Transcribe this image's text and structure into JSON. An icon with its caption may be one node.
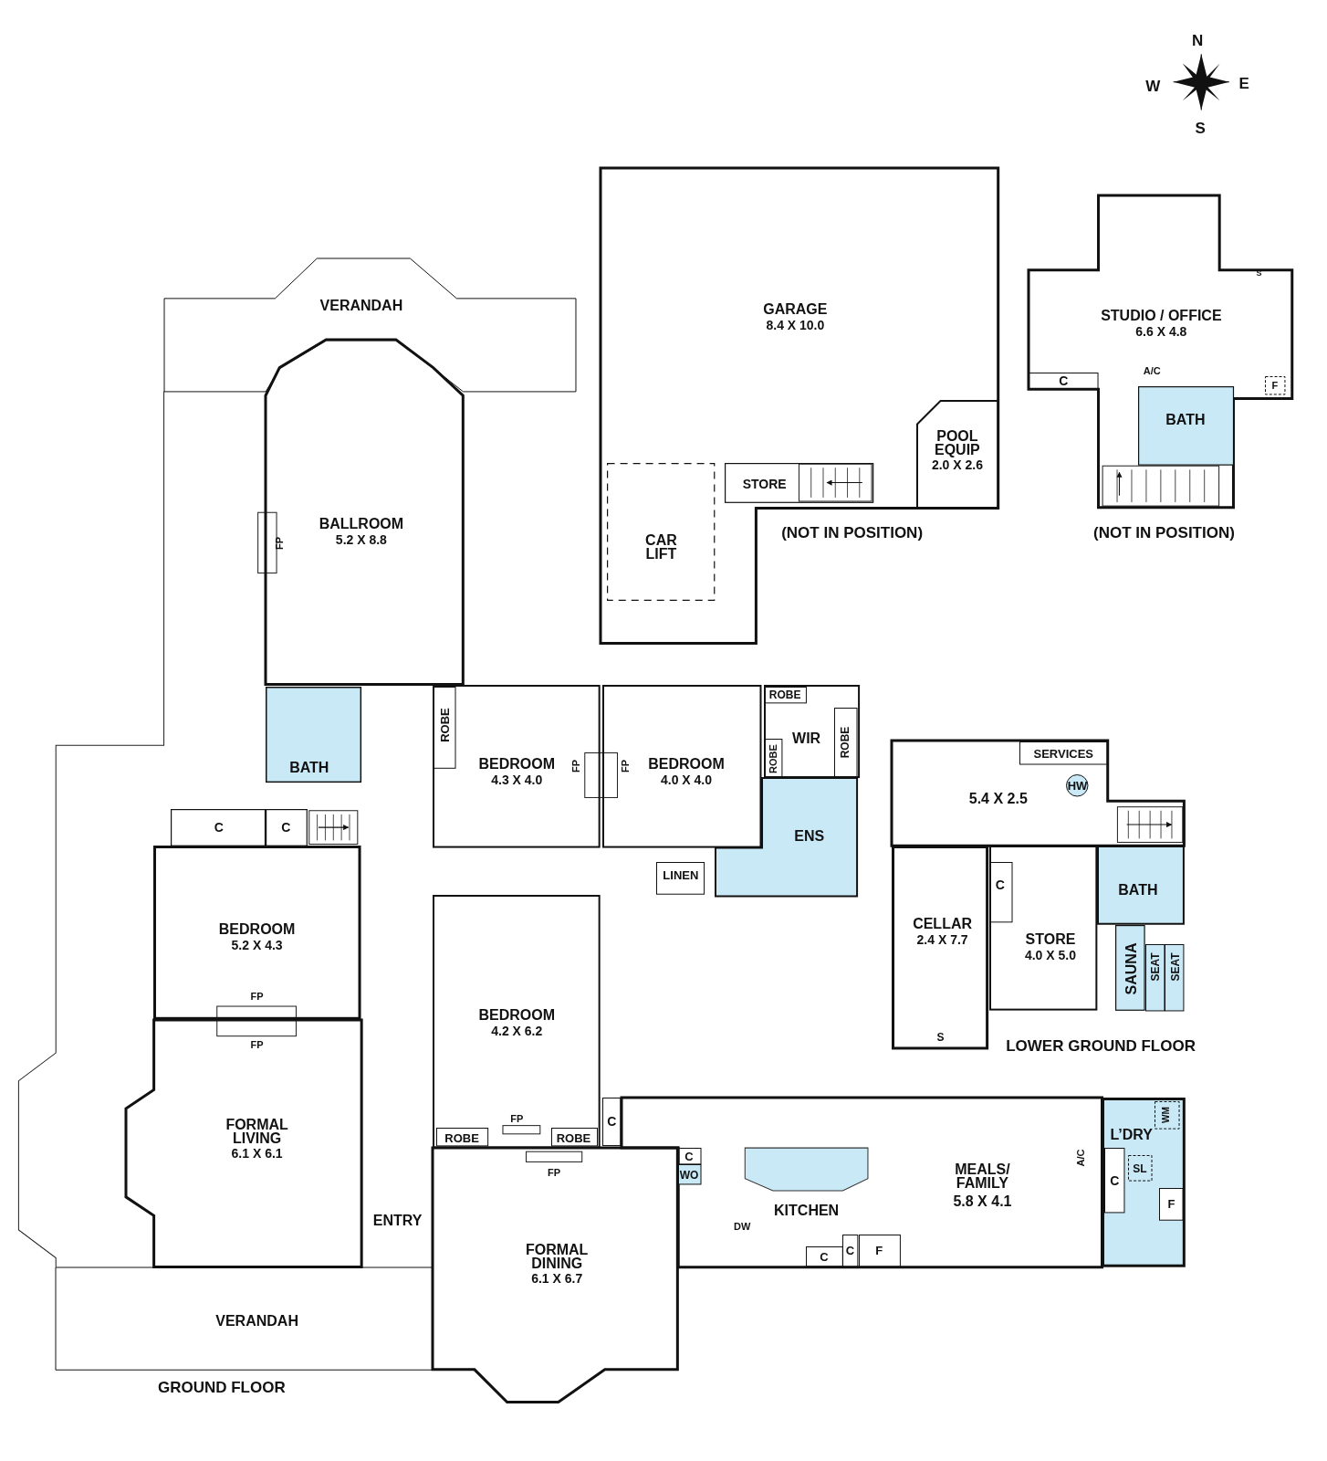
{
  "diagram": {
    "nodes": [
      {
        "text": [
          "GARAGE",
          "8.4 X 10.0"
        ]
      },
      {
        "text": [
          "STORE"
        ],
        "in": 0
      },
      {
        "text": [
          "CAR LIFT"
        ],
        "in": 0
      },
      {
        "text": [
          "POOL EQUIP",
          "2.0 X 2.6"
        ],
        "in": 0
      },
      {
        "text": [
          "STUDIO / OFFICE",
          "6.6 X 4.8"
        ]
      },
      {
        "text": [
          "C"
        ],
        "in": 4
      },
      {
        "text": [
          "BATH"
        ],
        "in": 4
      },
      {
        "text": [
          "F"
        ],
        "in": 4
      },
      {
        "text": [
          "VERANDAH"
        ]
      },
      {
        "text": [
          "BALLROOM",
          "5.2 X 8.8"
        ]
      },
      {
        "text": [
          "BATH"
        ]
      },
      {
        "text": [
          "BEDROOM",
          "4.3 X 4.0"
        ]
      },
      {
        "text": [
          "ROBE"
        ],
        "in": 11
      },
      {
        "text": [
          "BEDROOM",
          "4.0 X 4.0"
        ]
      },
      {
        "text": [
          "WIR"
        ]
      },
      {
        "text": [
          "ROBE"
        ],
        "in": 14
      },
      {
        "text": [
          "ROBE"
        ],
        "in": 14
      },
      {
        "text": [
          "ROBE"
        ],
        "in": 14
      },
      {
        "text": [
          "5.4 X 2.5"
        ]
      },
      {
        "text": [
          "SERVICES"
        ],
        "in": 18
      },
      {
        "text": [
          "HW"
        ],
        "in": 18
      },
      {
        "text": [
          "C"
        ]
      },
      {
        "text": [
          "C"
        ]
      },
      {
        "text": [
          "ENS"
        ]
      },
      {
        "text": [
          "LINEN"
        ]
      },
      {
        "text": [
          "CELLAR",
          "2.4 X 7.7"
        ]
      },
      {
        "text": [
          "STORE",
          "4.0 X 5.0"
        ]
      },
      {
        "text": [
          "C"
        ],
        "in": 26
      },
      {
        "text": [
          "BATH"
        ]
      },
      {
        "text": [
          "SAUNA"
        ]
      },
      {
        "text": [
          "SEAT"
        ]
      },
      {
        "text": [
          "SEAT"
        ]
      },
      {
        "text": [
          "BEDROOM",
          "5.2 X 4.3"
        ]
      },
      {
        "text": [
          "BEDROOM",
          "4.2 X 6.2"
        ]
      },
      {
        "text": [
          "ROBE"
        ],
        "in": 33
      },
      {
        "text": [
          "ROBE"
        ],
        "in": 33
      },
      {
        "text": [
          "C"
        ]
      },
      {
        "text": [
          "FORMAL LIVING",
          "6.1 X 6.1"
        ]
      },
      {
        "text": [
          "KITCHEN",
          "MEALS/ FAMILY",
          "5.8 X 4.1"
        ]
      },
      {
        "text": [
          "C"
        ],
        "in": 38
      },
      {
        "text": [
          "WO"
        ],
        "in": 38
      },
      {
        "text": [
          "C"
        ],
        "in": 38
      },
      {
        "text": [
          "C"
        ],
        "in": 38
      },
      {
        "text": [
          "F"
        ],
        "in": 38
      },
      {
        "text": [
          "L’DRY"
        ]
      },
      {
        "text": [
          "WM"
        ],
        "in": 44
      },
      {
        "text": [
          "SL"
        ],
        "in": 44
      },
      {
        "text": [
          "C"
        ],
        "in": 44
      },
      {
        "text": [
          "F"
        ],
        "in": 44
      },
      {
        "text": [
          "ENTRY"
        ]
      },
      {
        "text": [
          "FORMAL DINING",
          "6.1 X 6.7"
        ]
      },
      {
        "text": [
          "VERANDAH"
        ]
      }
    ],
    "labels": [
      "N",
      "W",
      "E",
      "S",
      "S",
      "A/C",
      "(NOT IN POSITION)",
      "(NOT IN POSITION)",
      "FP",
      "FP",
      "FP",
      "FP",
      "FP",
      "S",
      "LOWER GROUND FLOOR",
      "FP",
      "A/C",
      "FP",
      "DW",
      "GROUND FLOOR"
    ]
  }
}
